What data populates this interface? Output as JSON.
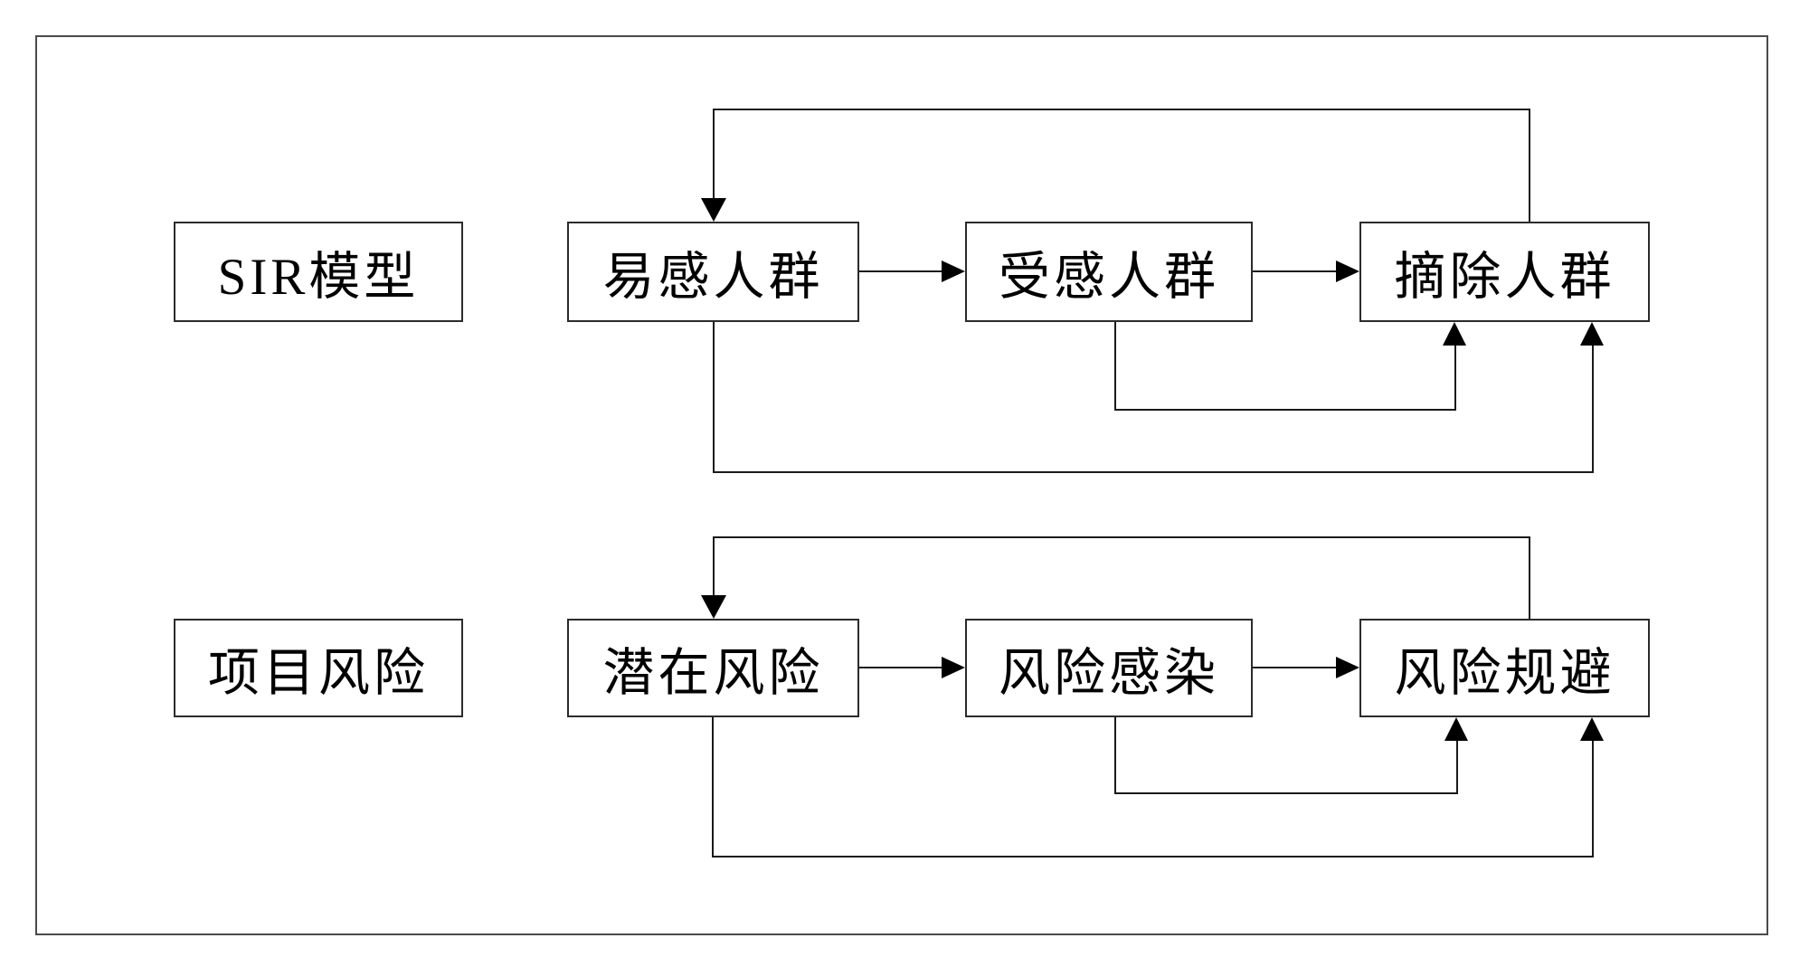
{
  "figure": {
    "type": "flow-diagram",
    "rows": [
      {
        "name": "sir-model",
        "category_label": "SIR模型",
        "boxes": [
          {
            "label": "易感人群"
          },
          {
            "label": "受感人群"
          },
          {
            "label": "摘除人群"
          }
        ]
      },
      {
        "name": "project-risk",
        "category_label": "项目风险",
        "boxes": [
          {
            "label": "潜在风险"
          },
          {
            "label": "风险感染"
          },
          {
            "label": "风险规避"
          }
        ]
      }
    ],
    "connections_note": "Each row: box1→box2→box3 forward arrows; feedback loop from box3 top to box1 top; loops from box1 and box2 bottoms into box3 bottom",
    "colors": {
      "background": "#ffffff",
      "outer_border": "#4a4a4a",
      "box_border": "#2b2b2b",
      "line": "#1a1a1a",
      "text": "#000000"
    }
  }
}
